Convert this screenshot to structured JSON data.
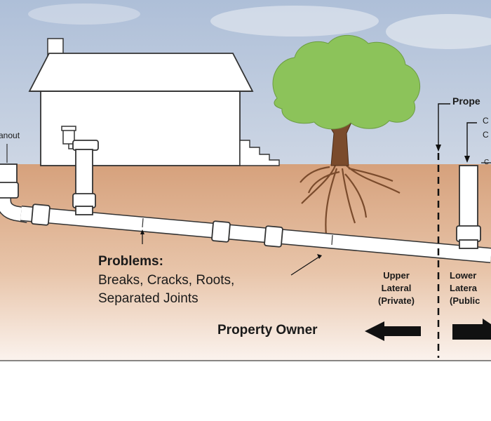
{
  "labels": {
    "cleanout": "anout",
    "problems_title": "Problems:",
    "problems_line1": "Breaks, Cracks, Roots,",
    "problems_line2": "Separated Joints",
    "upper_lateral": [
      "Upper",
      "Lateral",
      "(Private)"
    ],
    "lower_lateral": [
      "Lower",
      "Latera",
      "(Public"
    ],
    "property_owner": "Property Owner",
    "property_line": "Prope",
    "partial_c1": "C",
    "partial_c2": "C",
    "partial_c3": "C"
  },
  "colors": {
    "sky": "#b9c6da",
    "soil": "#ddb08f",
    "pipe": "#ffffff",
    "foliage": "#8cc35a",
    "trunk": "#7a4b2c",
    "arrow": "#111111"
  }
}
